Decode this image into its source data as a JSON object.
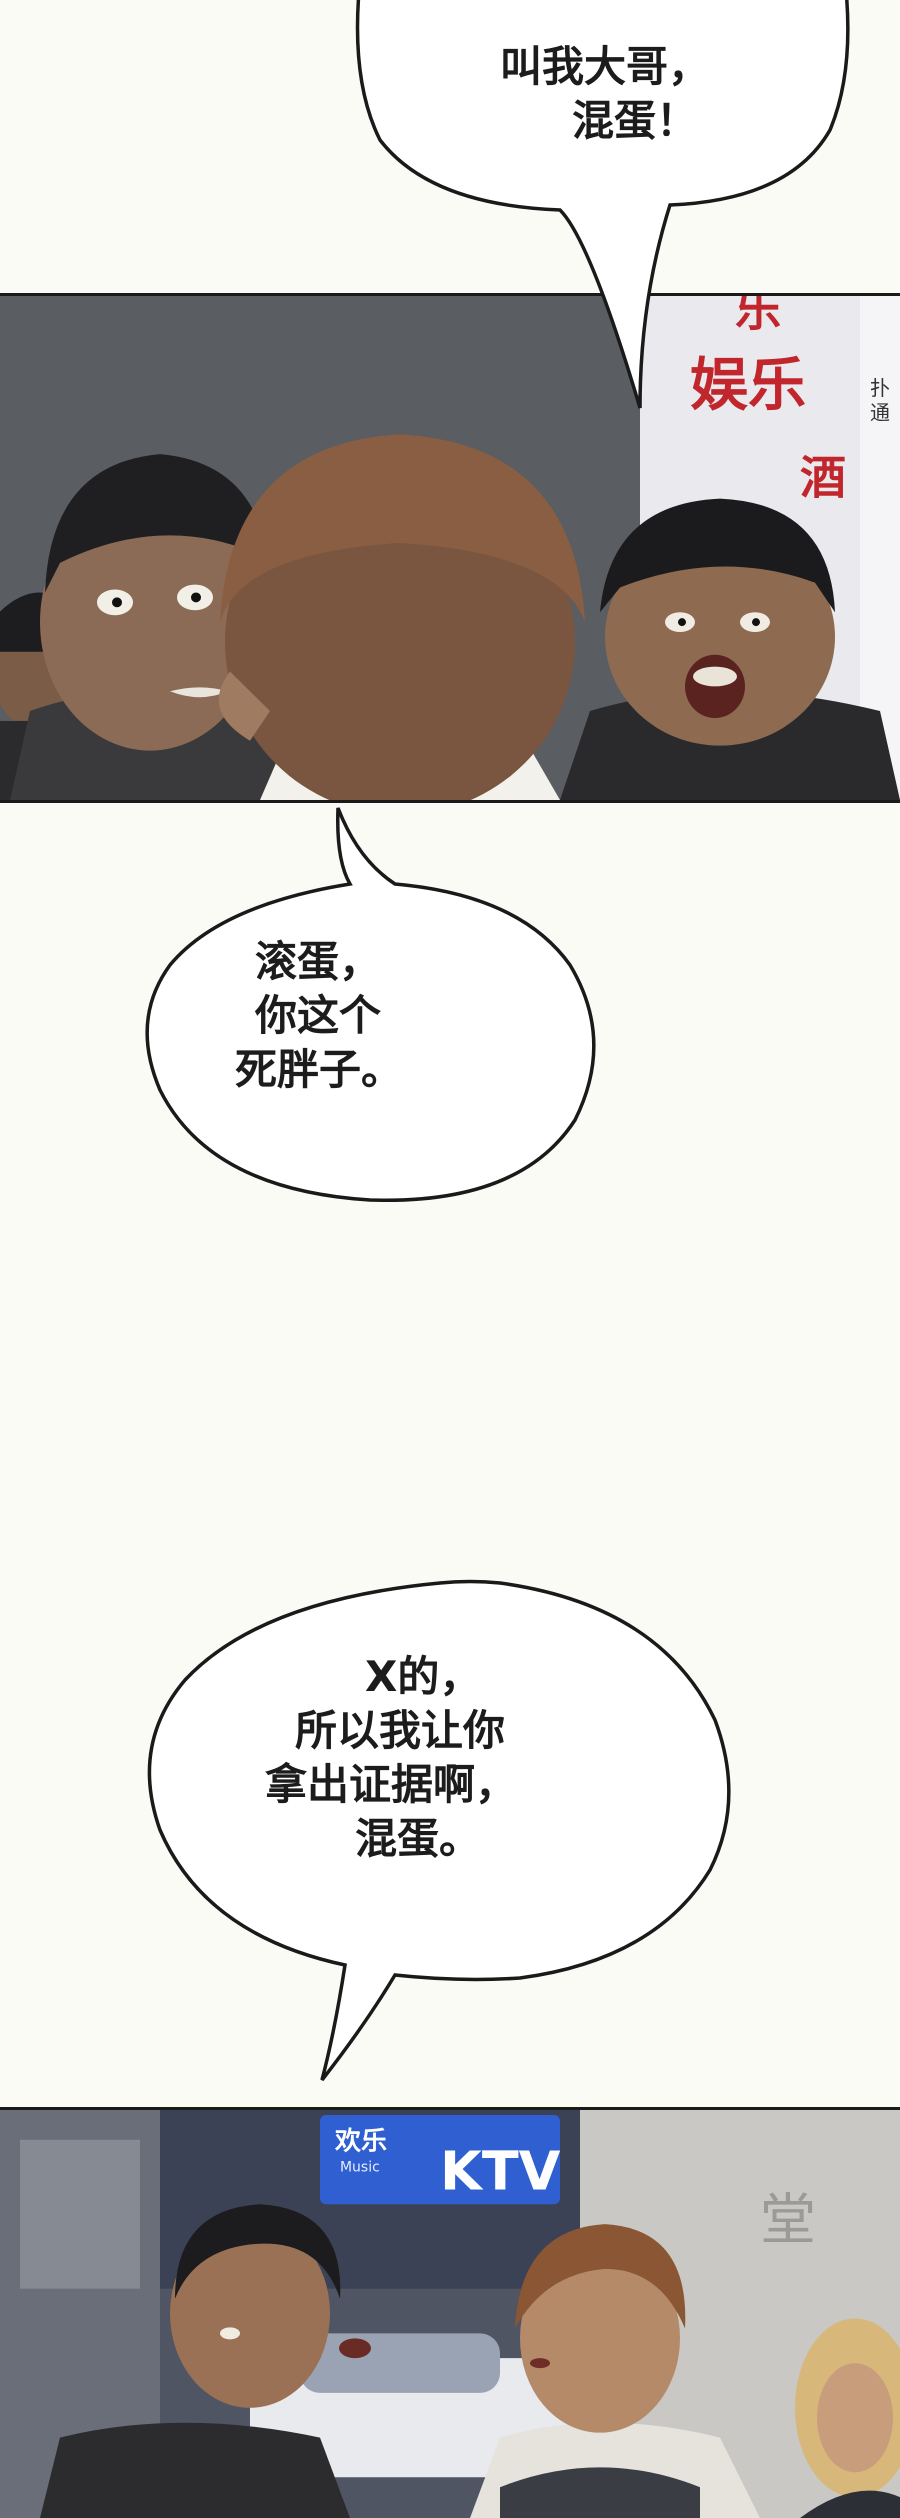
{
  "bubbles": {
    "top": {
      "lines": [
        "叫我大哥，",
        "混蛋！"
      ]
    },
    "middle": {
      "lines": [
        "滚蛋，",
        "你这个",
        "死胖子。"
      ]
    },
    "lower": {
      "lines": [
        "X的，",
        "所以我让你",
        "拿出证据啊，",
        "混蛋。"
      ]
    }
  },
  "panel1": {
    "sign_text": [
      "乐",
      "娱乐",
      "酒"
    ],
    "side_text": [
      "扑",
      "通"
    ]
  },
  "panel2": {
    "sign_text": [
      "欢乐",
      "KTV",
      "Music"
    ],
    "side_text": [
      "堂"
    ]
  },
  "colors": {
    "page_bg": "#fbfbf6",
    "ink": "#1a1a1a",
    "skin": "#8a6a52",
    "hair_dark": "#1f1f22",
    "hair_brown": "#8a5a3a",
    "ktv_blue": "#2f5fd0"
  }
}
